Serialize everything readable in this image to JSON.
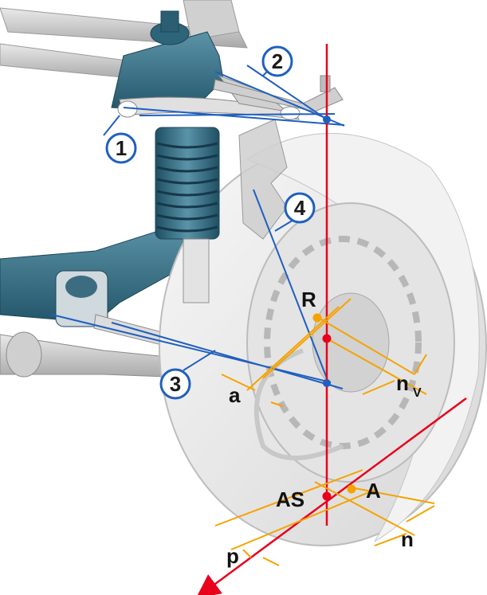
{
  "callouts": [
    {
      "id": "callout-1",
      "text": "1"
    },
    {
      "id": "callout-2",
      "text": "2"
    },
    {
      "id": "callout-3",
      "text": "3"
    },
    {
      "id": "callout-4",
      "text": "4"
    }
  ],
  "labels": {
    "R": "R",
    "a": "a",
    "n": "n",
    "nv_main": "n",
    "nv_sub": "V",
    "AS": "AS",
    "A": "A",
    "p": "p"
  },
  "colors": {
    "axis": "#e8001c",
    "construction": "#1f5fbf",
    "dimension": "#f5a300",
    "callout_ring": "#1f5fbf",
    "suspension": "#2f6f86",
    "tire": "#ebebeb"
  }
}
